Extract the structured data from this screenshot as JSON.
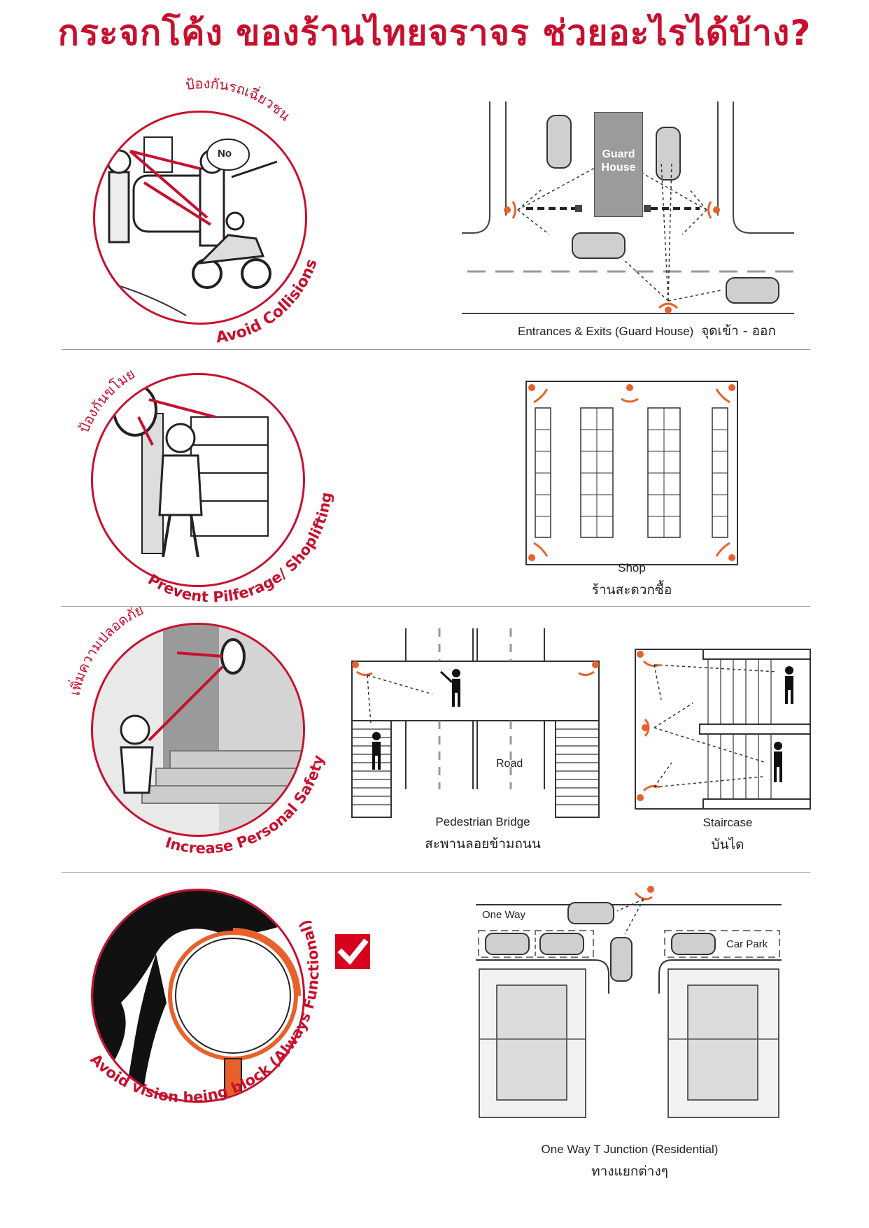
{
  "title": "กระจกโค้ง ของร้านไทยจราจร ช่วยอะไรได้บ้าง?",
  "sections": [
    {
      "circle_th": "ป้องกันรถเฉี่ยวชน",
      "circle_en": "Avoid Collisions",
      "scene_text": "No",
      "guard_house": "Guard House",
      "caption_en": "Entrances & Exits (Guard House)",
      "caption_th": "จุดเข้า - ออก"
    },
    {
      "circle_th": "ป้องกันขโมย",
      "circle_en": "Prevent Pilferage/ Shoplifting",
      "caption_en": "Shop",
      "caption_th": "ร้านสะดวกซื้อ"
    },
    {
      "circle_th": "เพิ่มความปลอดภัย",
      "circle_en": "Increase Personal Safety",
      "road_label": "Road",
      "bridge_caption_en": "Pedestrian Bridge",
      "bridge_caption_th": "สะพานลอยข้ามถนน",
      "stair_caption_en": "Staircase",
      "stair_caption_th": "บันได"
    },
    {
      "circle_en": "Avoid vision being block (Always Functional)",
      "one_way_label": "One Way",
      "car_park_label": "Car Park",
      "caption_en": "One Way T Junction (Residential)",
      "caption_th": "ทางแยกต่างๆ"
    }
  ],
  "colors": {
    "accent": "#c8102e",
    "mirror": "#e8612c",
    "check": "#d7001d"
  }
}
